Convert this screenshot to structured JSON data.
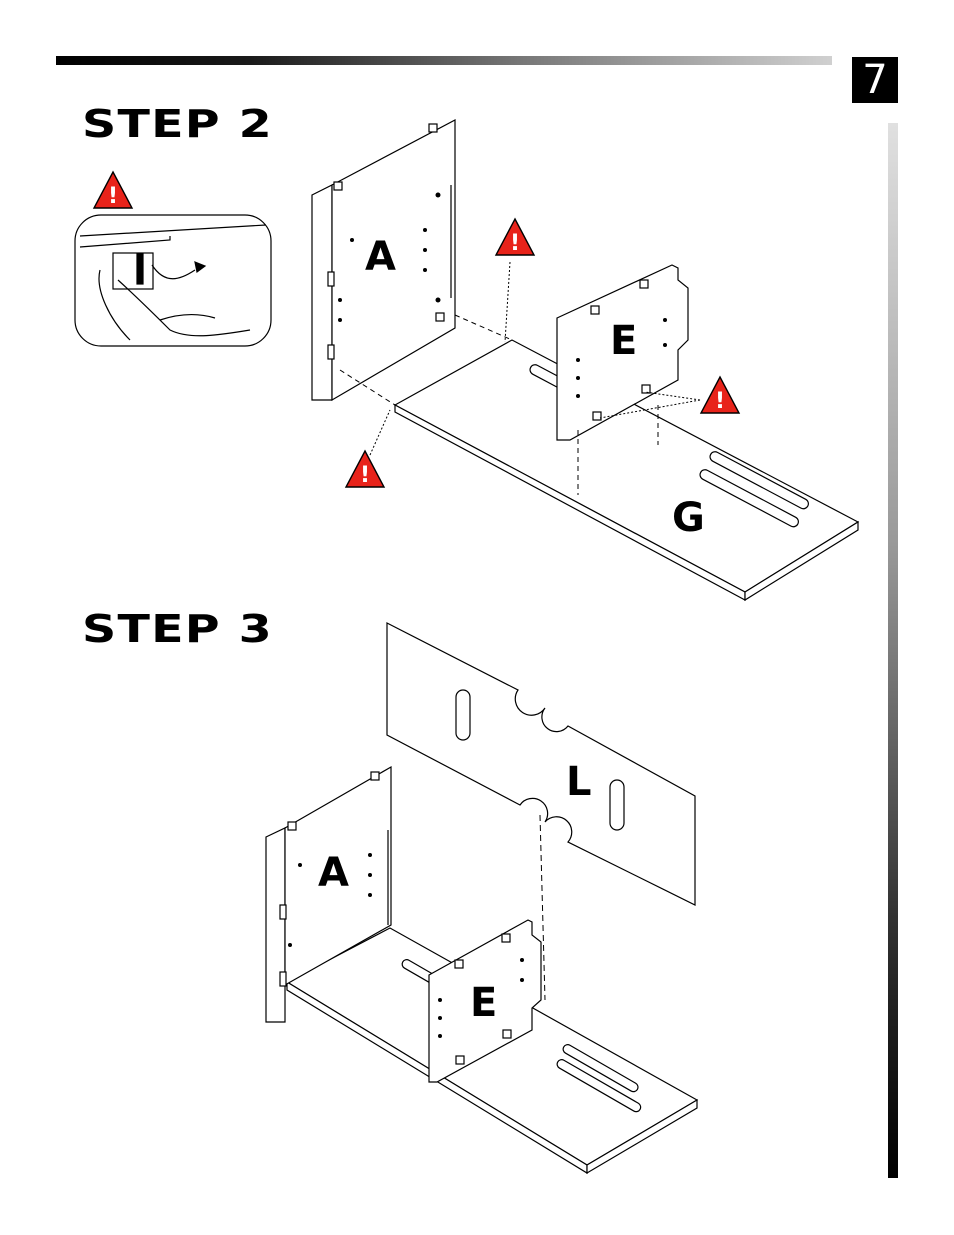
{
  "page": {
    "number": "7"
  },
  "steps": [
    {
      "title": "STEP 2",
      "labels": {
        "a": "A",
        "e": "E",
        "g": "G"
      }
    },
    {
      "title": "STEP 3",
      "labels": {
        "a": "A",
        "e": "E",
        "l": "L"
      }
    }
  ],
  "icons": {
    "warning": "warning-triangle-icon",
    "warning_mark": "!"
  }
}
